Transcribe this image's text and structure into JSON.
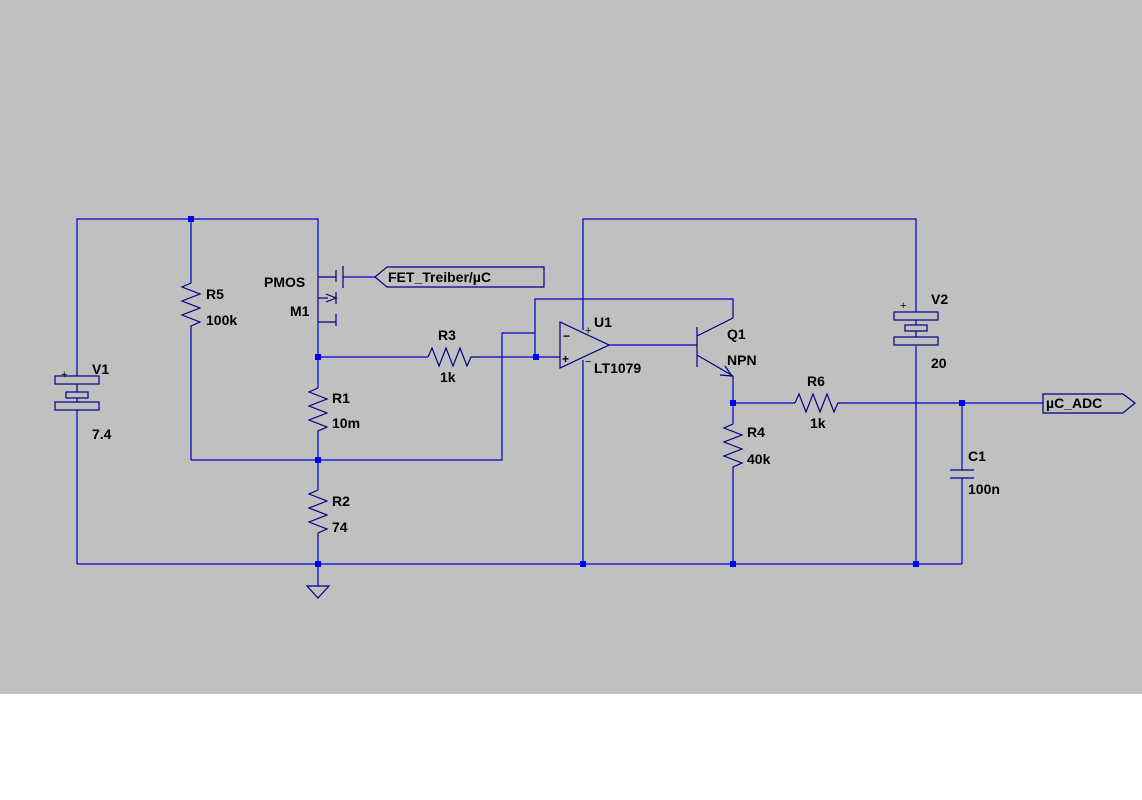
{
  "colors": {
    "background": "#c0c0c0",
    "wire": "#0000cc",
    "component": "#000080",
    "junction": "#0000ff",
    "text": "#000000"
  },
  "components": {
    "V1": {
      "ref": "V1",
      "value": "7.4",
      "plus": "+"
    },
    "V2": {
      "ref": "V2",
      "value": "20",
      "plus": "+"
    },
    "R1": {
      "ref": "R1",
      "value": "10m"
    },
    "R2": {
      "ref": "R2",
      "value": "74"
    },
    "R3": {
      "ref": "R3",
      "value": "1k"
    },
    "R4": {
      "ref": "R4",
      "value": "40k"
    },
    "R5": {
      "ref": "R5",
      "value": "100k"
    },
    "R6": {
      "ref": "R6",
      "value": "1k"
    },
    "C1": {
      "ref": "C1",
      "value": "100n"
    },
    "M1": {
      "ref": "M1",
      "value": "PMOS"
    },
    "Q1": {
      "ref": "Q1",
      "value": "NPN"
    },
    "U1": {
      "ref": "U1",
      "value": "LT1079",
      "minus": "−",
      "plus": "+"
    }
  },
  "net_labels": {
    "gate": "FET_Treiber/µC",
    "output": "µC_ADC"
  },
  "icons": {
    "ground": "ground-icon"
  }
}
